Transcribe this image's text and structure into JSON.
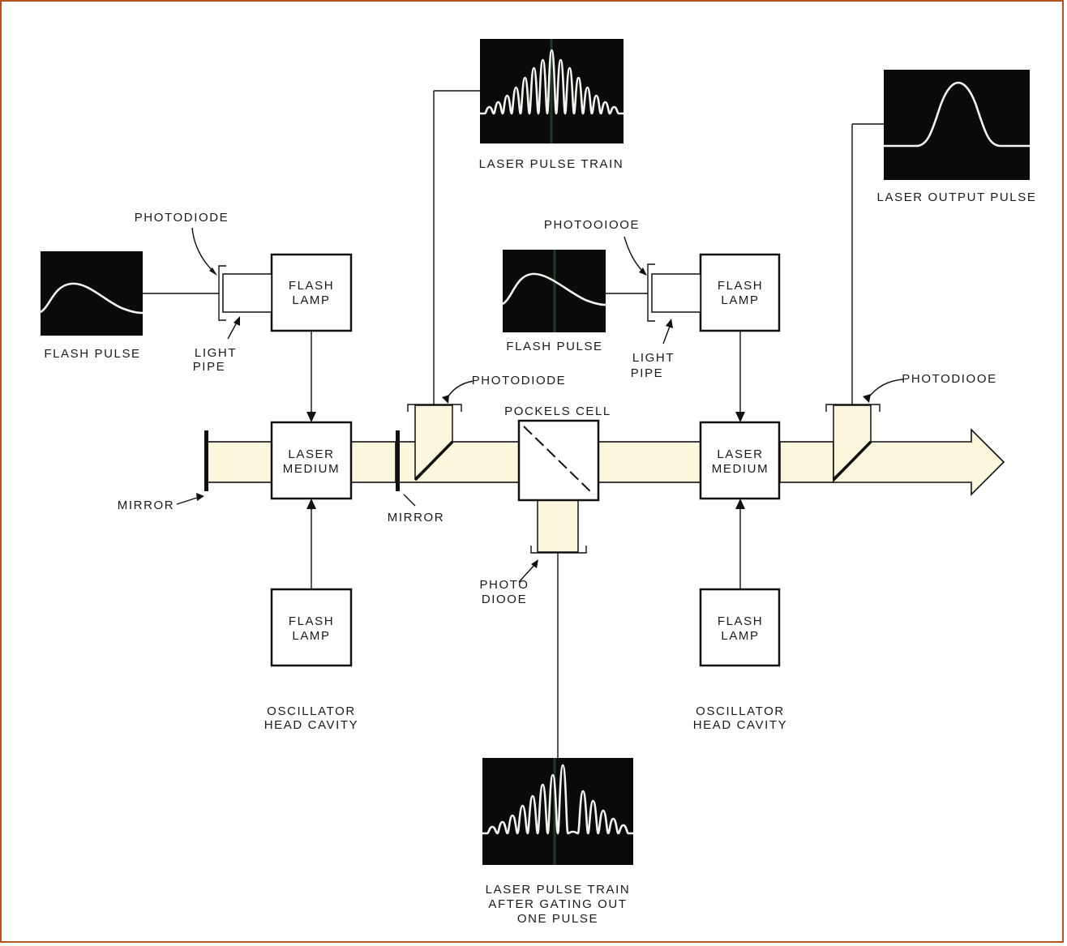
{
  "labels": {
    "photodiode_top_left": "PHOTODIODE",
    "flash_pulse_left": "FLASH PULSE",
    "light_pipe_left": [
      "LIGHT",
      "PIPE"
    ],
    "flash_lamp_top_left": [
      "FLASH",
      "LAMP"
    ],
    "laser_medium_left": [
      "LASER",
      "MEDIUM"
    ],
    "flash_lamp_bottom_left": [
      "FLASH",
      "LAMP"
    ],
    "oscillator_left": [
      "OSCILLATOR",
      "HEAD CAVITY"
    ],
    "mirror_left": "MIRROR",
    "mirror_mid": "MIRROR",
    "photodiode_mid": "PHOTODIODE",
    "pockels_cell": "POCKELS CELL",
    "photodiode_bottom": [
      "PHOTO",
      "DIOOE"
    ],
    "laser_pulse_train": "LASER PULSE TRAIN",
    "photodiode_top_right": "PHOTOOIOOE",
    "flash_pulse_right": "FLASH PULSE",
    "light_pipe_right": [
      "LIGHT",
      "PIPE"
    ],
    "flash_lamp_top_right": [
      "FLASH",
      "LAMP"
    ],
    "laser_medium_right": [
      "LASER",
      "MEDIUM"
    ],
    "flash_lamp_bottom_right": [
      "FLASH",
      "LAMP"
    ],
    "oscillator_right": [
      "OSCILLATOR",
      "HEAD CAVITY"
    ],
    "photodiode_right": "PHOTODIOOE",
    "laser_output_pulse": "LASER OUTPUT PULSE",
    "gated_train": [
      "LASER PULSE TRAIN",
      "AFTER GATING OUT",
      "ONE PULSE"
    ]
  },
  "colors": {
    "frame": "#b5541f",
    "beam_fill": "#fcf6dc",
    "scope_screen": "#0a0a0a",
    "scope_trace": "#f2f2ee"
  }
}
